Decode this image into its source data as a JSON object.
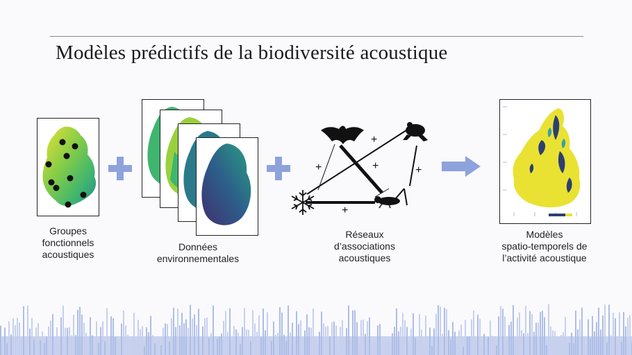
{
  "title": "Modèles prédictifs de la biodiversité acoustique",
  "steps": [
    {
      "lines": [
        "Groupes",
        "fonctionnels",
        "acoustiques"
      ]
    },
    {
      "lines": [
        "Données",
        "environnementales"
      ]
    },
    {
      "lines": [
        "Réseaux",
        "d’associations",
        "acoustiques"
      ]
    },
    {
      "lines": [
        "Modèles",
        "spatio-temporels de",
        "l’activité acoustique"
      ]
    }
  ],
  "network": {
    "edge_signs": [
      "+",
      "+",
      "+",
      "+",
      "+"
    ]
  },
  "colors": {
    "accent": "#8ea2dc",
    "map_yellow": "#e9e233",
    "map_green": "#3fb56f",
    "map_teal": "#2a7a8c",
    "map_navy": "#2c3f72",
    "map_purple": "#40306f"
  }
}
